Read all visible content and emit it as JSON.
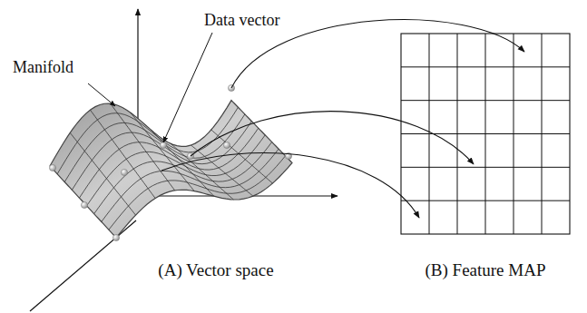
{
  "diagram": {
    "labels": [
      "Data vector",
      "Manifold",
      "(A) Vector space",
      "(B) Feature MAP"
    ]
  }
}
